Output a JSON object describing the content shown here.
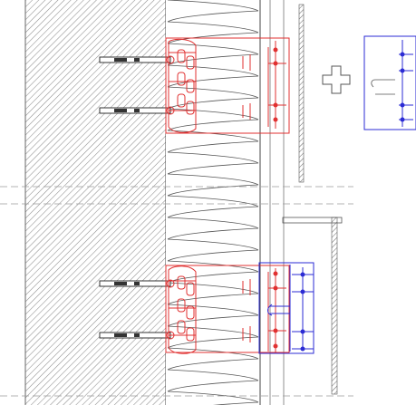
{
  "drawing": {
    "type": "cad-section-detail",
    "visible_text": [],
    "colors": {
      "background": "#ffffff",
      "line": "#444444",
      "hatch": "#8c8c8c",
      "bracket": "#e03030",
      "bracket_alt": "#2b2bd4",
      "centerline": "#9a9a9a"
    },
    "elements": [
      "concrete-wall-section",
      "mineral-wool-insulation",
      "air-gap",
      "facade-cladding-panel",
      "anchor-bolts",
      "wall-bracket-red",
      "joint-bracket-blue",
      "panel-joint-centerlines",
      "plus-sign",
      "bracket-detail-box"
    ]
  }
}
